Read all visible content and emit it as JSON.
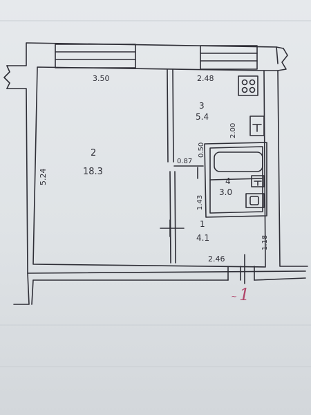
{
  "rooms": [
    {
      "number": "2",
      "area": "18.3"
    },
    {
      "number": "3",
      "area": "5.4"
    },
    {
      "number": "4",
      "area": "3.0"
    },
    {
      "number": "1",
      "area": "4.1"
    }
  ],
  "dimensions": {
    "top_left": "3.50",
    "top_right": "2.48",
    "left_height": "5.24",
    "kitchen_side": "2.00",
    "bath_top": "0.50",
    "door_width": "0.87",
    "bath_side": "1.43",
    "hall_side": "1.18",
    "bottom": "2.46"
  },
  "entrance_mark": "1",
  "entrance_prefix": "~",
  "colors": {
    "ink": "#2e2e36",
    "marker": "#b0466a",
    "paper": "#e2e5e8"
  }
}
